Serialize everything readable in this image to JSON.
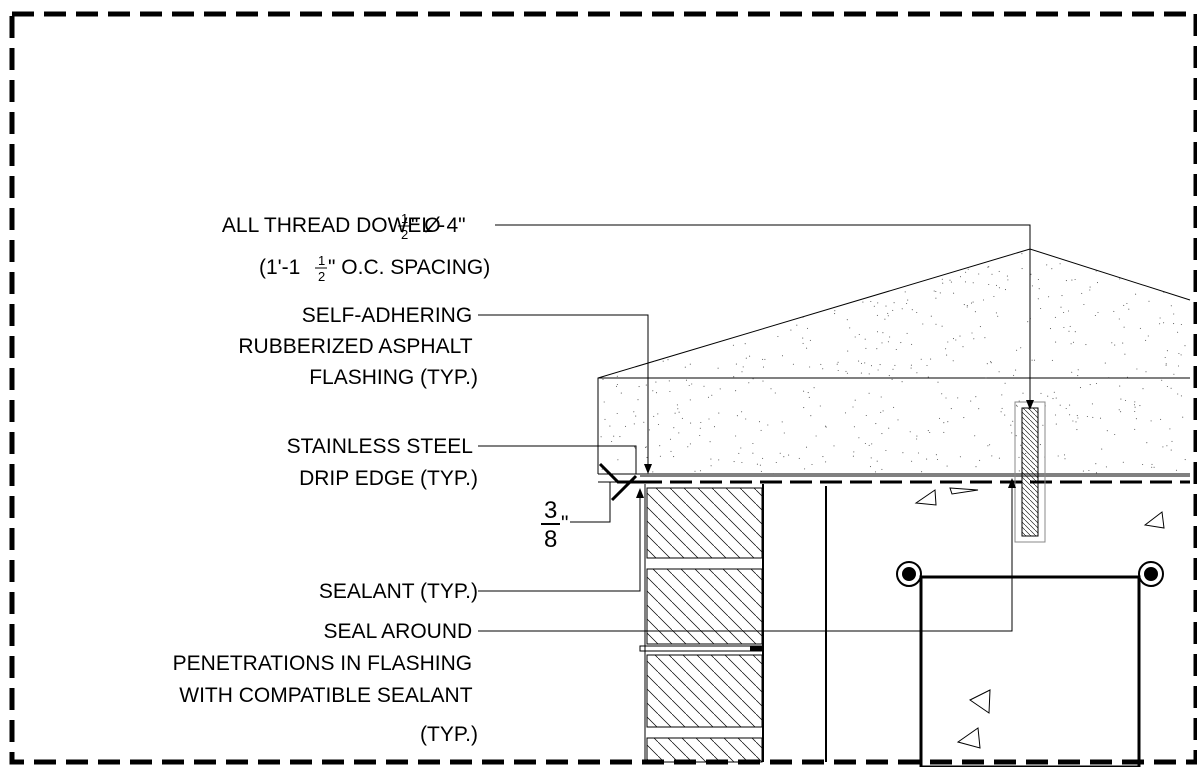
{
  "callouts": {
    "dowel": {
      "line1_prefix": "ALL THREAD DOWEL - ",
      "frac_num": "1",
      "frac_den": "2",
      "line1_suffix": "\" Ø 4\"",
      "line2_prefix": "(1'-1 ",
      "line2_frac_num": "1",
      "line2_frac_den": "2",
      "line2_suffix": "\" O.C. SPACING)"
    },
    "flashing": {
      "lines": [
        "SELF-ADHERING",
        "RUBBERIZED ASPHALT",
        "FLASHING (TYP.)"
      ]
    },
    "drip_edge": {
      "lines": [
        "STAINLESS STEEL",
        "DRIP EDGE (TYP.)"
      ]
    },
    "sealant": {
      "lines": [
        "SEALANT (TYP.)"
      ]
    },
    "seal_penetrations": {
      "lines": [
        "SEAL AROUND",
        "PENETRATIONS IN FLASHING",
        "WITH COMPATIBLE SEALANT",
        "(TYP.)"
      ]
    }
  },
  "dimension": {
    "num": "3",
    "den": "8",
    "unit": "\""
  }
}
